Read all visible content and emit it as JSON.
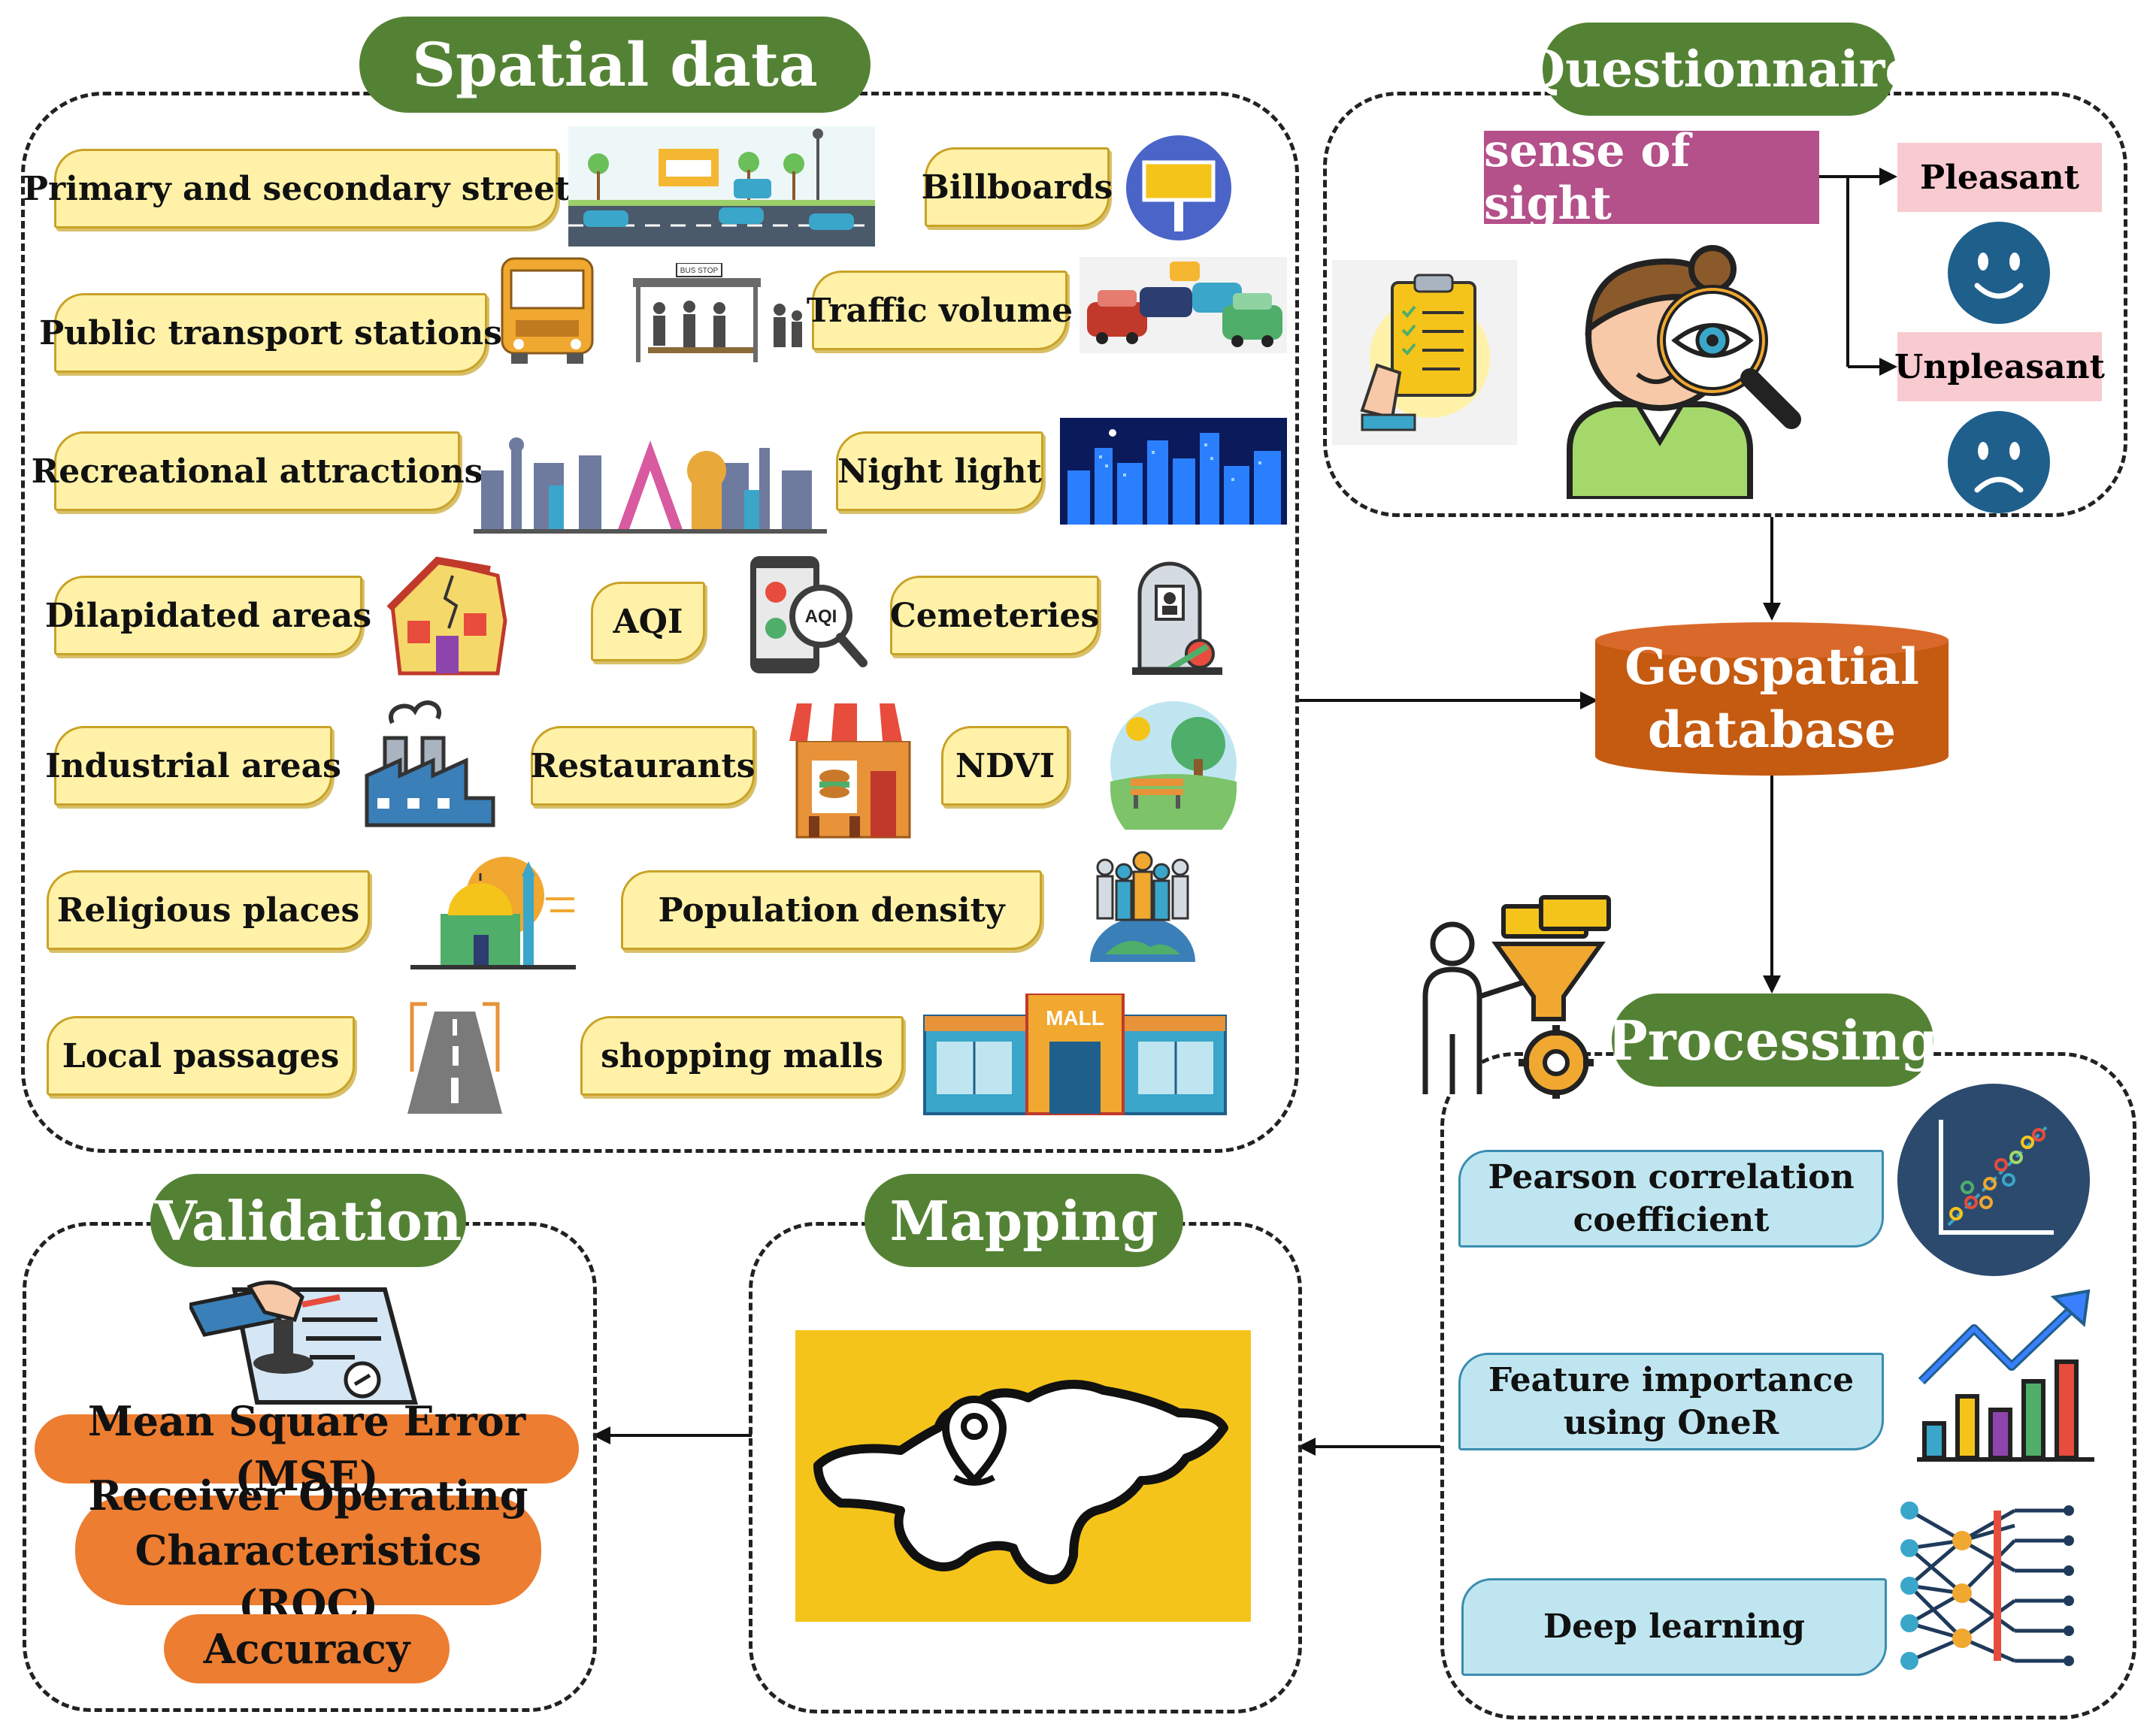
{
  "spatial": {
    "title": "Spatial data",
    "labels": {
      "streets": "Primary and secondary streets",
      "billboards": "Billboards",
      "transport": "Public transport stations",
      "traffic": "Traffic volume",
      "recreation": "Recreational attractions",
      "nightlight": "Night light",
      "dilapidated": "Dilapidated areas",
      "aqi": "AQI",
      "cemeteries": "Cemeteries",
      "industrial": "Industrial areas",
      "restaurants": "Restaurants",
      "ndvi": "NDVI",
      "religious": "Religious places",
      "population": "Population  density",
      "passages": "Local passages",
      "malls": "shopping malls"
    },
    "icon_text": {
      "bus_stop_sign": "BUS STOP",
      "aqi_badge": "AQI",
      "mall_sign": "MALL"
    }
  },
  "questionnaire": {
    "title": "Questionnaire",
    "sense": "sense of sight",
    "pleasant": "Pleasant",
    "unpleasant": "Unpleasant"
  },
  "database": {
    "line1": "Geospatial",
    "line2": "database"
  },
  "processing": {
    "title": "Processing",
    "pearson_1": "Pearson correlation",
    "pearson_2": "coefficient",
    "feature_1": "Feature importance",
    "feature_2": "using OneR",
    "deep": "Deep learning"
  },
  "mapping": {
    "title": "Mapping"
  },
  "validation": {
    "title": "Validation",
    "mse": "Mean Square Error (MSE)",
    "roc_1": "Receiver Operating",
    "roc_2": "Characteristics (ROC)",
    "accuracy": "Accuracy"
  },
  "colors": {
    "title_green": "#548235",
    "label_yellow": "#fff2a8",
    "label_blue": "#bfe6f0",
    "db_orange": "#c55a11",
    "metric_orange": "#ed7d31",
    "sense_purple": "#b4508a",
    "emotion_pink": "#f8cbd0",
    "face_navy": "#1f5f8b",
    "map_yellow": "#f5c41a"
  }
}
